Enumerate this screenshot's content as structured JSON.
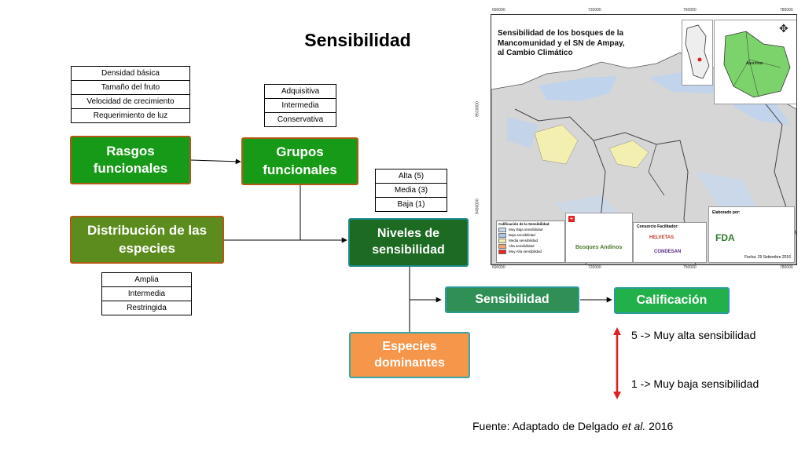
{
  "title": "Sensibilidad",
  "lists": {
    "rasgos": [
      "Densidad básica",
      "Tamaño del fruto",
      "Velocidad de crecimiento",
      "Requerimiento de luz"
    ],
    "grupos": [
      "Adquisitiva",
      "Intermedia",
      "Conservativa"
    ],
    "niveles": [
      "Alta (5)",
      "Media (3)",
      "Baja (1)"
    ],
    "distribucion": [
      "Amplia",
      "Intermedia",
      "Restringida"
    ]
  },
  "boxes": {
    "rasgos": "Rasgos funcionales",
    "grupos": "Grupos funcionales",
    "distribucion": "Distribución de las especies",
    "niveles": "Niveles de sensibilidad",
    "especies": "Especies dominantes",
    "sensibilidad": "Sensibilidad",
    "calificacion": "Calificación"
  },
  "scale": {
    "high": "5 -> Muy alta sensibilidad",
    "low": "1 -> Muy baja sensibilidad",
    "arrow_color": "#e02020"
  },
  "source": {
    "prefix": "Fuente: Adaptado de Delgado ",
    "italic": "et al.",
    "suffix": " 2016"
  },
  "map": {
    "title_lines": [
      "Sensibilidad de los bosques de la",
      "Mancomunidad y el SN de Ampay,",
      "al Cambio Climático"
    ],
    "x_ticks": [
      "690000",
      "720000",
      "750000",
      "780000"
    ],
    "y_ticks": [
      "8510000",
      "8480000"
    ],
    "inset_label": "Apurímac",
    "legend_title": "Calificación de la Sensibilidad",
    "legend": [
      {
        "label": "Muy Baja sensibilidad",
        "color": "#c6d8f2"
      },
      {
        "label": "Baja sensibilidad",
        "color": "#a9c6ee"
      },
      {
        "label": "Media sensibilidad",
        "color": "#f3efb0"
      },
      {
        "label": "Alta sensibilidad",
        "color": "#f4a46a"
      },
      {
        "label": "Muy Alta sensibilidad",
        "color": "#e8261c"
      }
    ],
    "consorcio_label": "Consorcio Facilitador:",
    "elaborado_label": "Elaborado por:",
    "logos": [
      "Bosques Andinos",
      "HELVETAS",
      "CONDESAN",
      "FDA"
    ],
    "fecha": "Fecha: 29 Setiembre 2016"
  }
}
